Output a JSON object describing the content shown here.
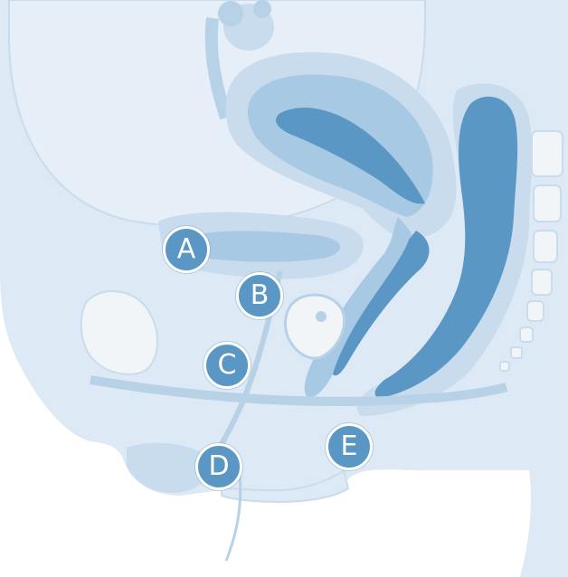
{
  "colors": {
    "background": "#ffffff",
    "skin": "#dde9f4",
    "tissue": "#c9dced",
    "organ_wall": "#a8c9e3",
    "lumen": "#5b97c4",
    "bone": "#f2f5f8",
    "marker": "#5b97c4",
    "marker_text": "#ffffff"
  },
  "markers": {
    "a": "A",
    "b": "B",
    "c": "C",
    "d": "D",
    "e": "E"
  }
}
